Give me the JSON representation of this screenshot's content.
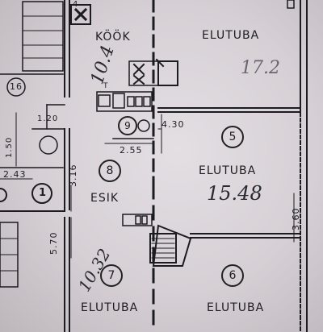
{
  "plan": {
    "rooms": {
      "kook": "KÖÖK",
      "elutuba_top": "ELUTUBA",
      "elutuba_mid": "ELUTUBA",
      "esik": "ESIK",
      "elutuba_bottom_left": "ELUTUBA",
      "elutuba_bottom_right": "ELUTUBA"
    },
    "room_numbers": {
      "r5": "5",
      "r6": "6",
      "r7": "7",
      "r8": "8",
      "r9": "9",
      "r1": "1",
      "r16": "16"
    },
    "dimensions": {
      "d430": "4.30",
      "d255": "2.55",
      "d316": "3.16",
      "d570": "5.70",
      "d360": "3.60",
      "d243": "2.43",
      "d120": "1.20",
      "d150": "1.50"
    },
    "handwritten_areas": {
      "kitchen": "10.4",
      "top_right": "17.2",
      "mid_right": "15.48",
      "bottom_left": "10.32"
    },
    "small_labels": {
      "t_mark": "T",
      "top_num": "4"
    }
  }
}
